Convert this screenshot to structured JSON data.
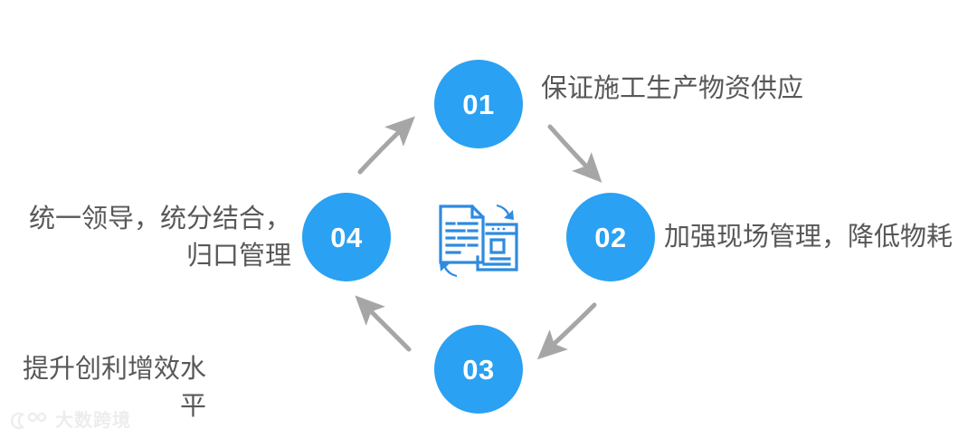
{
  "diagram": {
    "type": "cycle",
    "background_color": "#ffffff",
    "accent_color": "#2AA1F2",
    "text_color": "#585858",
    "arrow_color": "#A6A6A6",
    "center_icon": "document-exchange-icon",
    "nodes": [
      {
        "id": "01",
        "number": "01",
        "caption": "保证施工生产物资供应",
        "position": "top",
        "caption_align": "left"
      },
      {
        "id": "02",
        "number": "02",
        "caption": "加强现场管理，降低物耗",
        "position": "right",
        "caption_align": "left"
      },
      {
        "id": "03",
        "number": "03",
        "caption": "提升创利增效水平",
        "position": "bottom",
        "caption_align": "right"
      },
      {
        "id": "04",
        "number": "04",
        "caption": "统一领导，统分结合，\n归口管理",
        "position": "left",
        "caption_align": "right"
      }
    ],
    "arrows": [
      {
        "id": "arrow-04-to-01",
        "from": "04",
        "to": "01",
        "direction": "up-right"
      },
      {
        "id": "arrow-01-to-02",
        "from": "01",
        "to": "02",
        "direction": "down-right"
      },
      {
        "id": "arrow-02-to-03",
        "from": "02",
        "to": "03",
        "direction": "down-left"
      },
      {
        "id": "arrow-03-to-04",
        "from": "03",
        "to": "04",
        "direction": "up-left"
      }
    ]
  },
  "watermark": {
    "logo": "dashu-logo-icon",
    "text": "大数跨境",
    "color": "#ededed"
  }
}
